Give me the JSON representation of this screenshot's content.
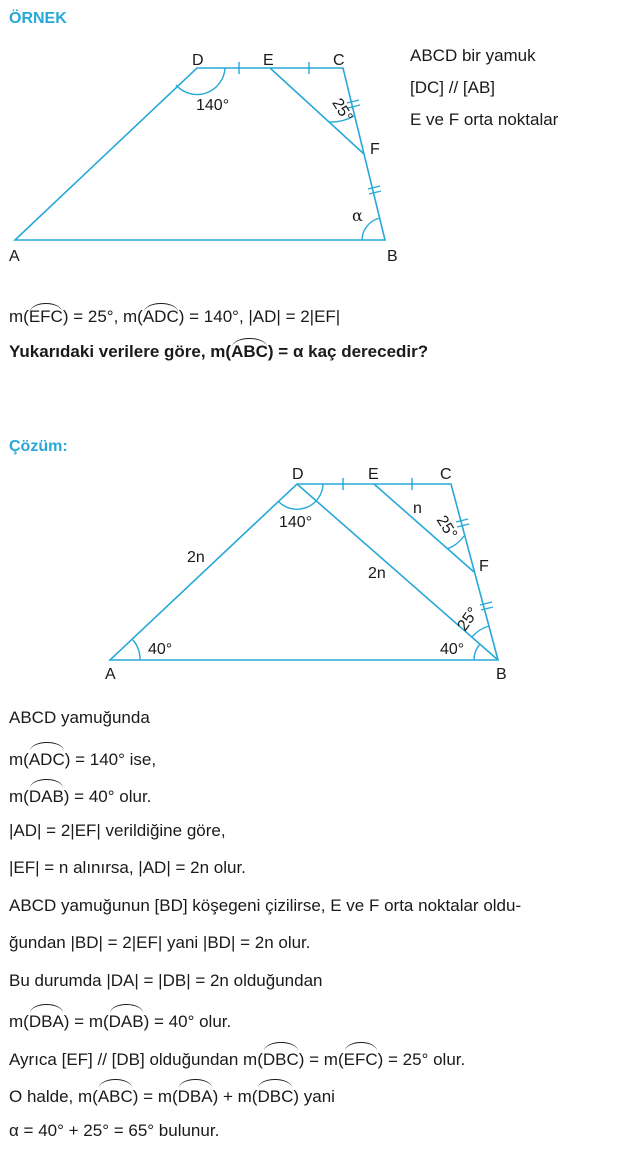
{
  "example": {
    "heading": "ÖRNEK",
    "figure": {
      "points": {
        "A": "A",
        "B": "B",
        "C": "C",
        "D": "D",
        "E": "E",
        "F": "F"
      },
      "angle_d": "140°",
      "angle_f": "25°",
      "angle_b": "α"
    },
    "given": [
      "ABCD bir yamuk",
      "[DC] // [AB]",
      "E ve F orta noktalar"
    ],
    "condition": [
      {
        "t": "m("
      },
      {
        "a": "EFC"
      },
      {
        "t": ") = 25°, m("
      },
      {
        "a": "ADC"
      },
      {
        "t": ") = 140°, |AD| = 2|EF|"
      }
    ],
    "question": [
      {
        "t": "Yukarıdaki verilere göre, m("
      },
      {
        "a": "ABC"
      },
      {
        "t": ") = α kaç derecedir?"
      }
    ]
  },
  "solution": {
    "heading": "Çözüm:",
    "figure": {
      "points": {
        "A": "A",
        "B": "B",
        "C": "C",
        "D": "D",
        "E": "E",
        "F": "F"
      },
      "angle_d": "140°",
      "angle_a": "40°",
      "angle_b": "40°",
      "angle_f": "25°",
      "angle_b2": "25°",
      "len_ad": "2n",
      "len_bd": "2n",
      "len_ef": "n"
    },
    "lines": [
      [
        {
          "t": "ABCD yamuğunda"
        }
      ],
      [
        {
          "t": "m("
        },
        {
          "a": "ADC"
        },
        {
          "t": ") = 140° ise,"
        }
      ],
      [
        {
          "t": "m("
        },
        {
          "a": "DAB"
        },
        {
          "t": ") = 40° olur."
        }
      ],
      [
        {
          "t": "|AD| = 2|EF| verildiğine göre,"
        }
      ],
      [
        {
          "t": "|EF| = n alınırsa, |AD| = 2n olur."
        }
      ],
      [
        {
          "t": "ABCD yamuğunun [BD] köşegeni çizilirse, E ve F orta noktalar oldu-"
        }
      ],
      [
        {
          "t": "ğundan |BD| = 2|EF| yani |BD| = 2n olur."
        }
      ],
      [
        {
          "t": "Bu durumda |DA| = |DB| = 2n olduğundan"
        }
      ],
      [
        {
          "t": "m("
        },
        {
          "a": "DBA"
        },
        {
          "t": ") = m("
        },
        {
          "a": "DAB"
        },
        {
          "t": ") = 40° olur."
        }
      ],
      [
        {
          "t": "Ayrıca [EF] // [DB] olduğundan m("
        },
        {
          "a": "DBC"
        },
        {
          "t": ") = m("
        },
        {
          "a": "EFC"
        },
        {
          "t": ") = 25° olur."
        }
      ],
      [
        {
          "t": "O halde, m("
        },
        {
          "a": "ABC"
        },
        {
          "t": ") = m("
        },
        {
          "a": "DBA"
        },
        {
          "t": ") + m("
        },
        {
          "a": "DBC"
        },
        {
          "t": ") yani"
        }
      ],
      [
        {
          "t": "α = 40° + 25° = 65° bulunur."
        }
      ]
    ]
  },
  "colors": {
    "accent": "#27a8d8",
    "text": "#1a1a1a"
  }
}
